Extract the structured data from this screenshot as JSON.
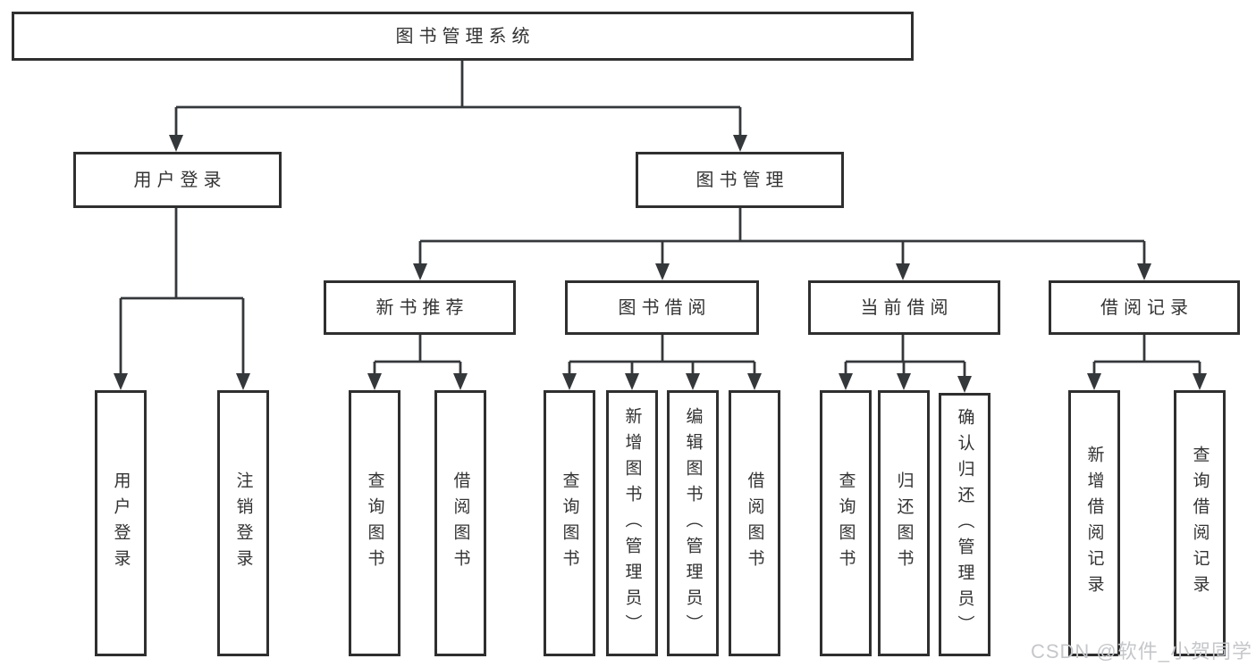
{
  "nodes": {
    "root": "图书管理系统",
    "user_login": "用户登录",
    "book_mgmt": "图书管理",
    "new_book_rec": "新书推荐",
    "book_borrow": "图书借阅",
    "current_borrow": "当前借阅",
    "borrow_records": "借阅记录",
    "leaf_user_login": "用户登录",
    "leaf_logout": "注销登录",
    "leaf_query_book_rec": "查询图书",
    "leaf_borrow_book_rec": "借阅图书",
    "leaf_query_book_borrow": "查询图书",
    "leaf_add_book": "新增图书（管理员）",
    "leaf_edit_book": "编辑图书（管理员）",
    "leaf_borrow_book_borrow": "借阅图书",
    "leaf_query_book_current": "查询图书",
    "leaf_return_book": "归还图书",
    "leaf_confirm_return": "确认归还（管理员）",
    "leaf_add_record": "新增借阅记录",
    "leaf_query_record": "查询借阅记录"
  },
  "watermark": {
    "text": "CSDN @软件_小贺同学"
  },
  "colors": {
    "border": "#2f2f2f",
    "line": "#35383b",
    "text": "#333333",
    "watermark": "#c5c7ca",
    "background": "#ffffff"
  }
}
